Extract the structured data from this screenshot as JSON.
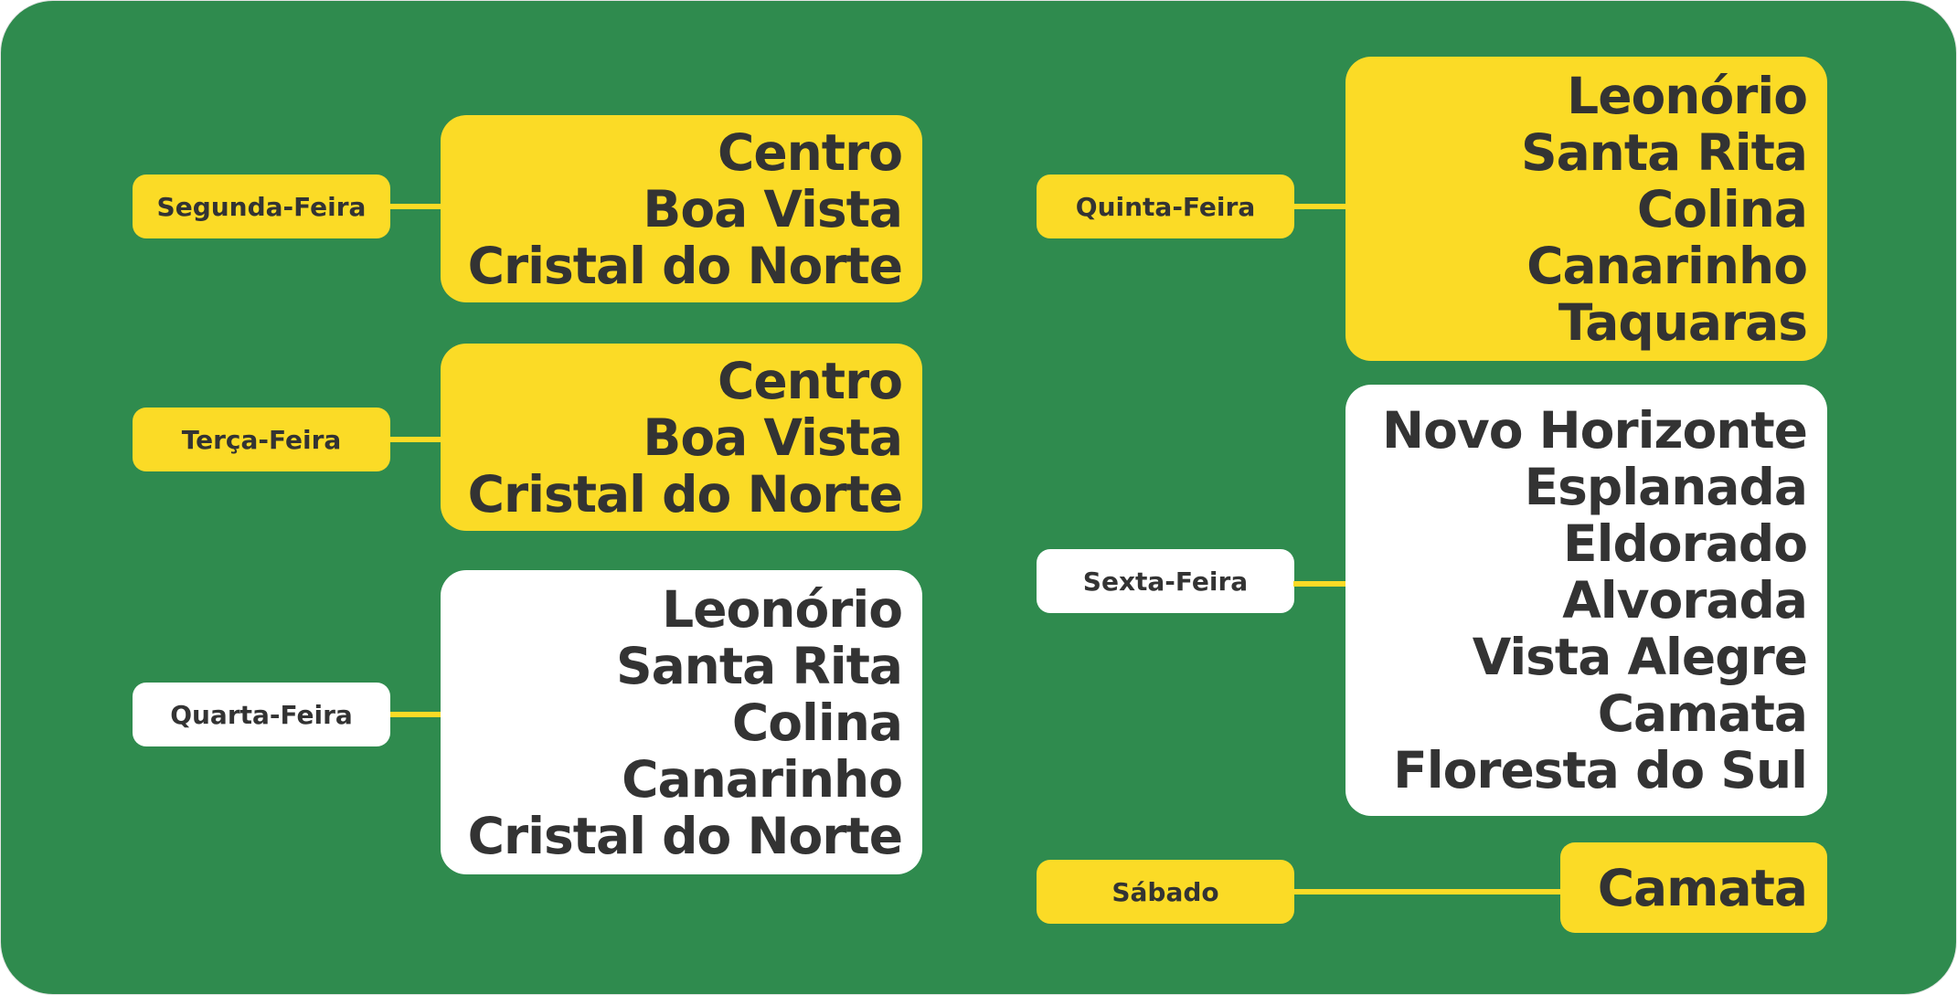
{
  "schedule": {
    "segunda": {
      "day": "Segunda-Feira",
      "places": [
        "Centro",
        "Boa Vista",
        "Cristal do Norte"
      ]
    },
    "terca": {
      "day": "Terça-Feira",
      "places": [
        "Centro",
        "Boa Vista",
        "Cristal do Norte"
      ]
    },
    "quarta": {
      "day": "Quarta-Feira",
      "places": [
        "Leonório",
        "Santa Rita",
        "Colina",
        "Canarinho",
        "Cristal do Norte"
      ]
    },
    "quinta": {
      "day": "Quinta-Feira",
      "places": [
        "Leonório",
        "Santa Rita",
        "Colina",
        "Canarinho",
        "Taquaras"
      ]
    },
    "sexta": {
      "day": "Sexta-Feira",
      "places": [
        "Novo Horizonte",
        "Esplanada",
        "Eldorado",
        "Alvorada",
        "Vista Alegre",
        "Camata",
        "Floresta do Sul"
      ]
    },
    "sabado": {
      "day": "Sábado",
      "places": [
        "Camata"
      ]
    }
  },
  "colors": {
    "background": "#2f8b4e",
    "yellow": "#fbdb26",
    "white": "#ffffff",
    "text": "#333333"
  }
}
